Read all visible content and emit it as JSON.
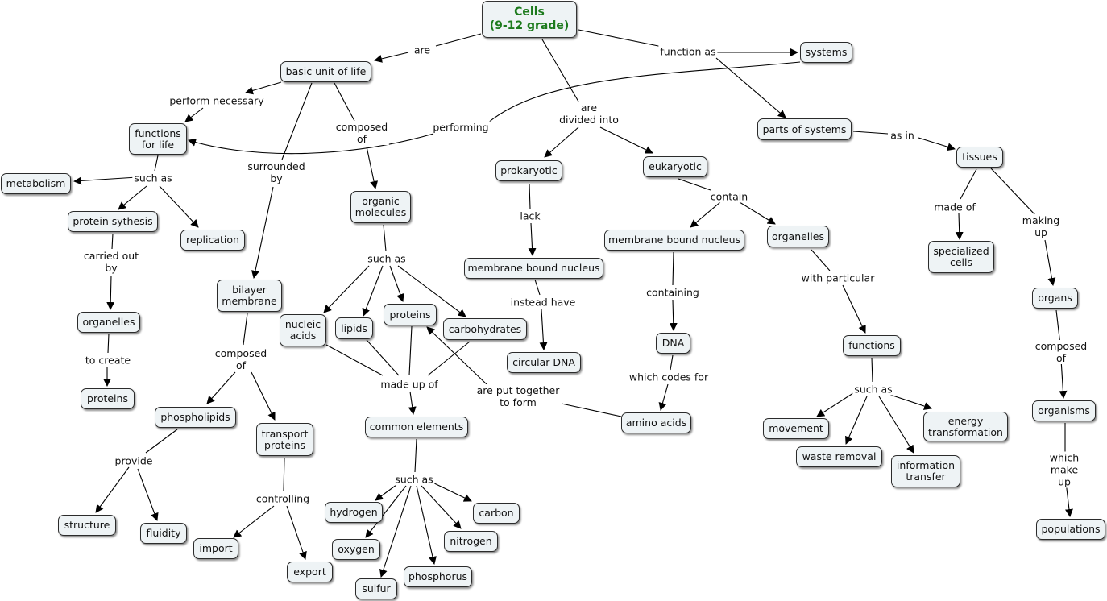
{
  "nodes": {
    "cells": "Cells\n(9-12 grade)",
    "basic_unit": "basic unit of life",
    "systems": "systems",
    "functions_for_life": "functions\nfor life",
    "metabolism": "metabolism",
    "protein_synthesis": "protein sythesis",
    "replication": "replication",
    "organelles_left": "organelles",
    "proteins_left": "proteins",
    "organic_molecules": "organic\nmolecules",
    "bilayer_membrane": "bilayer\nmembrane",
    "nucleic_acids": "nucleic\nacids",
    "lipids": "lipids",
    "proteins_mid": "proteins",
    "carbohydrates": "carbohydrates",
    "phospholipids": "phospholipids",
    "transport_proteins": "transport\nproteins",
    "structure": "structure",
    "fluidity": "fluidity",
    "import": "import",
    "export": "export",
    "common_elements": "common elements",
    "hydrogen": "hydrogen",
    "oxygen": "oxygen",
    "sulfur": "sulfur",
    "phosphorus": "phosphorus",
    "nitrogen": "nitrogen",
    "carbon": "carbon",
    "prokaryotic": "prokaryotic",
    "membrane_bound_nucleus_pro": "membrane bound nucleus",
    "circular_dna": "circular DNA",
    "eukaryotic": "eukaryotic",
    "membrane_bound_nucleus_eu": "membrane bound nucleus",
    "organelles_eu": "organelles",
    "dna": "DNA",
    "amino_acids": "amino acids",
    "functions": "functions",
    "movement": "movement",
    "waste_removal": "waste removal",
    "information_transfer": "information\ntransfer",
    "energy_transformation": "energy\ntransformation",
    "parts_of_systems": "parts of systems",
    "tissues": "tissues",
    "specialized_cells": "specialized\ncells",
    "organs": "organs",
    "organisms": "organisms",
    "populations": "populations"
  },
  "labels": {
    "are": "are",
    "function_as": "function as",
    "are_divided_into": "are\ndivided into",
    "perform_necessary": "perform necessary",
    "performing": "performing",
    "surrounded_by": "surrounded\nby",
    "composed_of_top": "composed\nof",
    "such_as_functions": "such as",
    "carried_out_by": "carried out\nby",
    "to_create": "to create",
    "such_as_organic": "such as",
    "composed_of_membrane": "composed\nof",
    "provide": "provide",
    "controlling": "controlling",
    "made_up_of": "made up of",
    "such_as_elements": "such as",
    "lack": "lack",
    "instead_have": "instead have",
    "are_put_together": "are put together\nto form",
    "contain": "contain",
    "containing": "containing",
    "which_codes_for": "which codes for",
    "with_particular": "with particular",
    "such_as_functions_eu": "such as",
    "as_in": "as in",
    "made_of": "made of",
    "making_up": "making\nup",
    "composed_of_organs": "composed of",
    "which_make_up": "which make\nup"
  }
}
